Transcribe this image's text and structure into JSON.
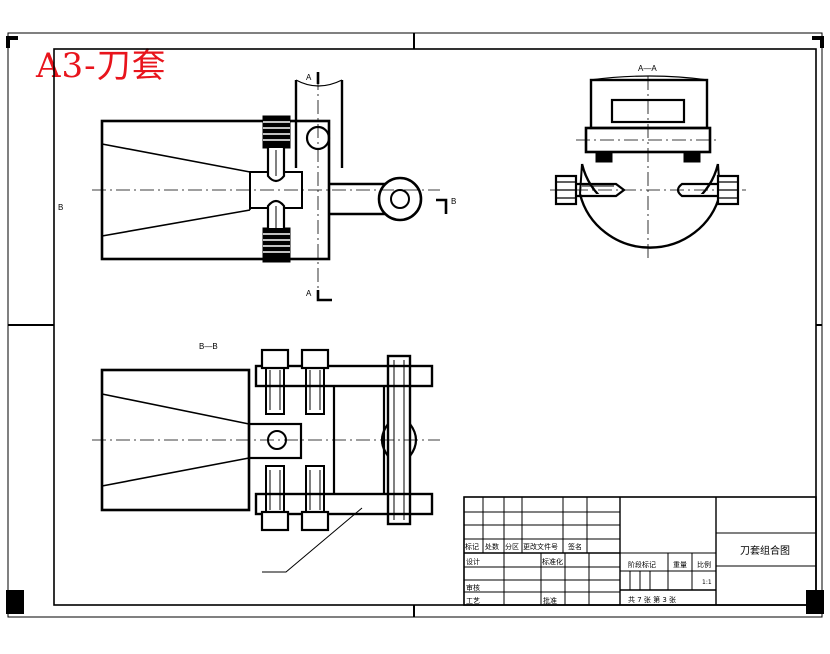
{
  "title": "A3-刀套",
  "section_labels": {
    "a_top": "A",
    "a_bottom": "A",
    "b_left": "B",
    "b_right": "B",
    "view_aa": "A—A",
    "view_bb": "B—B"
  },
  "title_block": {
    "row_headers": [
      "标记",
      "处数",
      "分区",
      "更改文件号",
      "签名"
    ],
    "design": "设计",
    "standardization": "标准化",
    "review": "审核",
    "process": "工艺",
    "approve": "批准",
    "stage_mark": "阶段标记",
    "weight": "重量",
    "scale": "比例",
    "scale_value": "1:1",
    "drawing_name": "刀套组合图",
    "sheets": "共 7 张 第 3 张"
  },
  "colors": {
    "title": "#e8141c",
    "line": "#000000"
  }
}
